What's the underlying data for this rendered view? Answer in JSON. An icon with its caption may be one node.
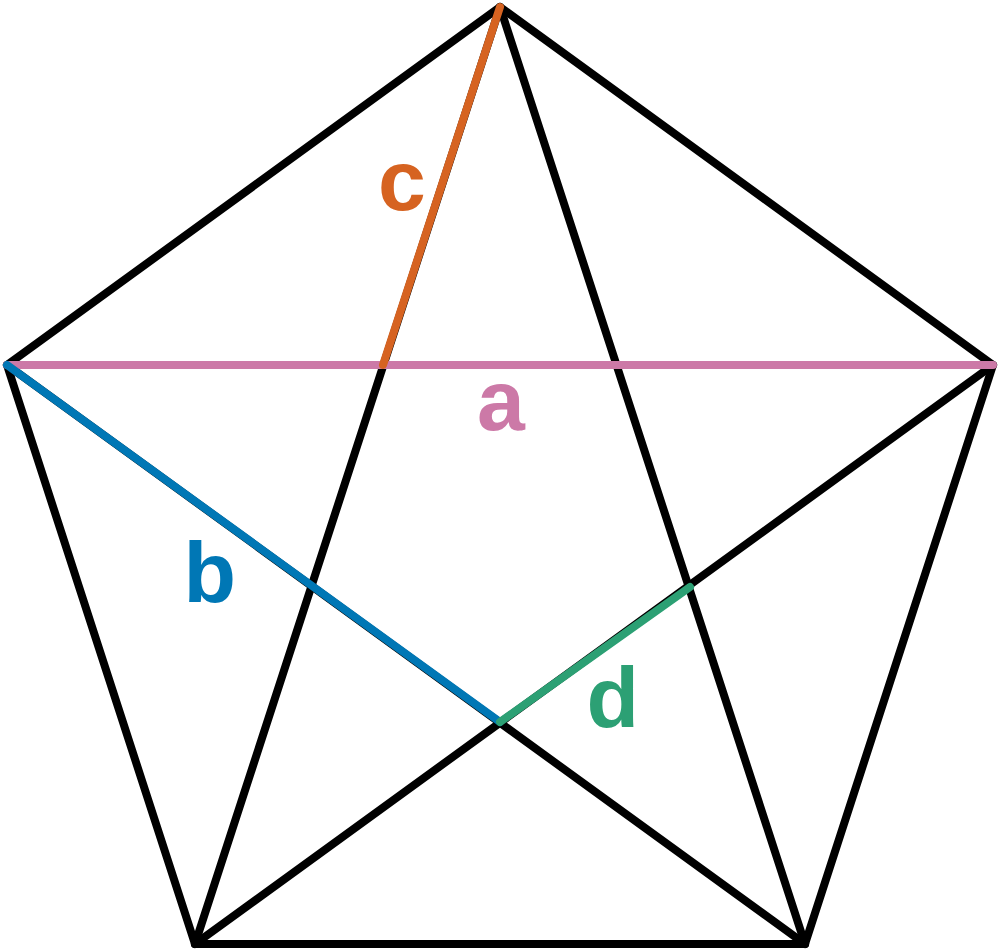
{
  "diagram": {
    "labels": [
      "c",
      "a",
      "b",
      "d"
    ]
  }
}
